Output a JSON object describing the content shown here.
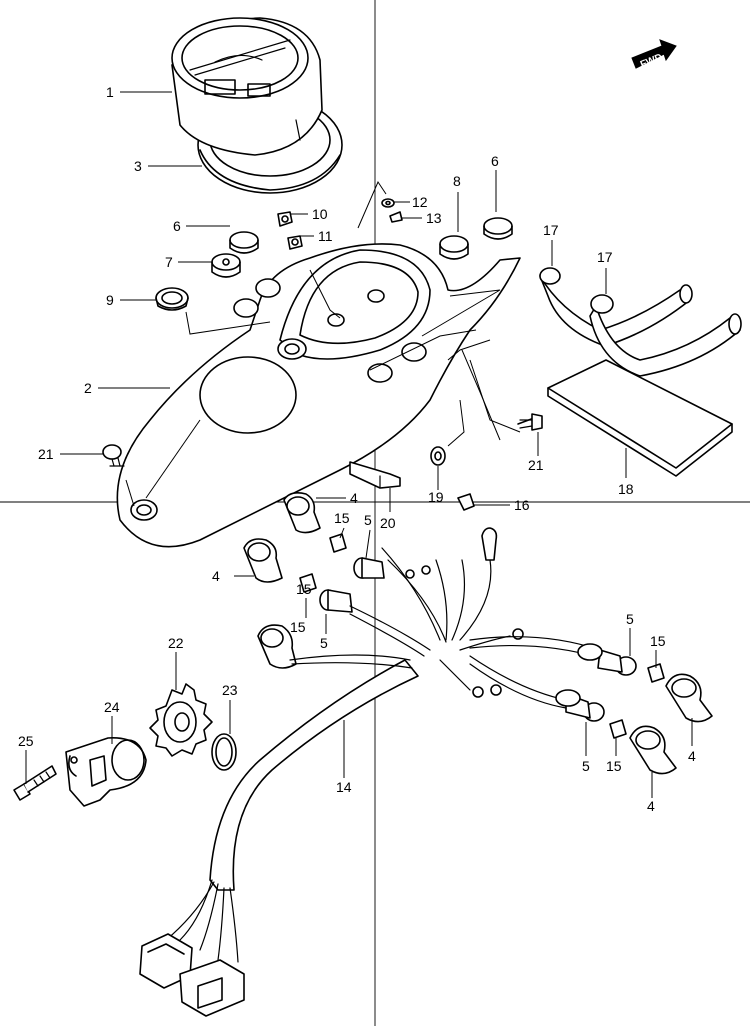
{
  "fwd_label": "FWD",
  "callouts": {
    "p1": "1",
    "p2": "2",
    "p3": "3",
    "p4a": "4",
    "p4b": "4",
    "p4c": "4",
    "p4d": "4",
    "p5a": "5",
    "p5b": "5",
    "p5c": "5",
    "p5d": "5",
    "p6a": "6",
    "p6b": "6",
    "p7": "7",
    "p8": "8",
    "p9": "9",
    "p10": "10",
    "p11": "11",
    "p12": "12",
    "p13": "13",
    "p14": "14",
    "p15a": "15",
    "p15b": "15",
    "p15c": "15",
    "p15d": "15",
    "p15e": "15",
    "p16": "16",
    "p17a": "17",
    "p17b": "17",
    "p18": "18",
    "p19": "19",
    "p20": "20",
    "p21a": "21",
    "p21b": "21",
    "p22": "22",
    "p23": "23",
    "p24": "24",
    "p25": "25"
  }
}
